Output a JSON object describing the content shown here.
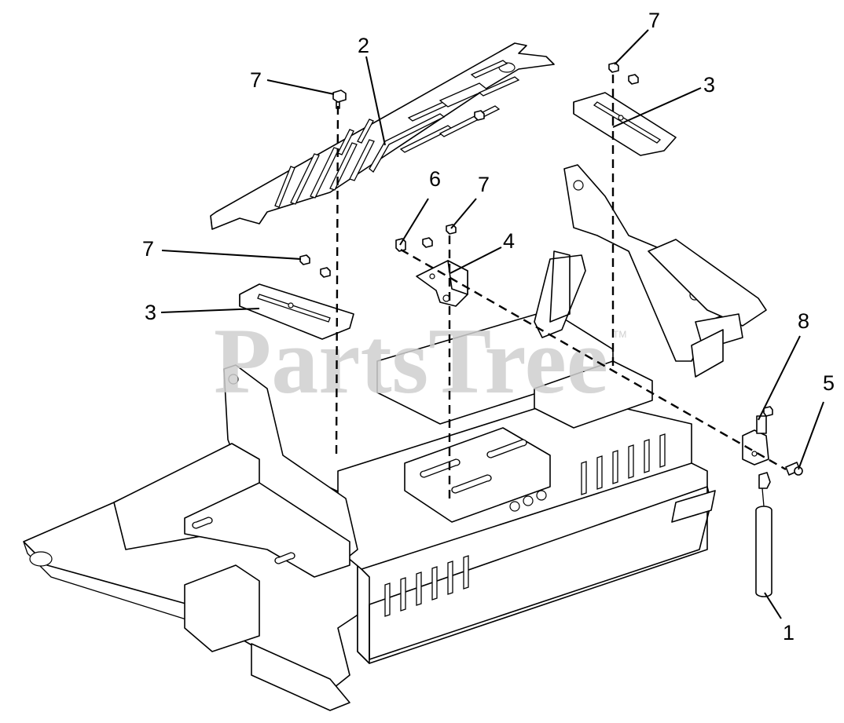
{
  "watermark": {
    "text": "PartsTree",
    "trademark": "TM"
  },
  "callouts": [
    {
      "id": "c2",
      "label": "2"
    },
    {
      "id": "c7a",
      "label": "7"
    },
    {
      "id": "c7b",
      "label": "7"
    },
    {
      "id": "c3a",
      "label": "3"
    },
    {
      "id": "c6",
      "label": "6"
    },
    {
      "id": "c7c",
      "label": "7"
    },
    {
      "id": "c4",
      "label": "4"
    },
    {
      "id": "c7d",
      "label": "7"
    },
    {
      "id": "c3b",
      "label": "3"
    },
    {
      "id": "c8",
      "label": "8"
    },
    {
      "id": "c5",
      "label": "5"
    },
    {
      "id": "c1",
      "label": "1"
    }
  ]
}
